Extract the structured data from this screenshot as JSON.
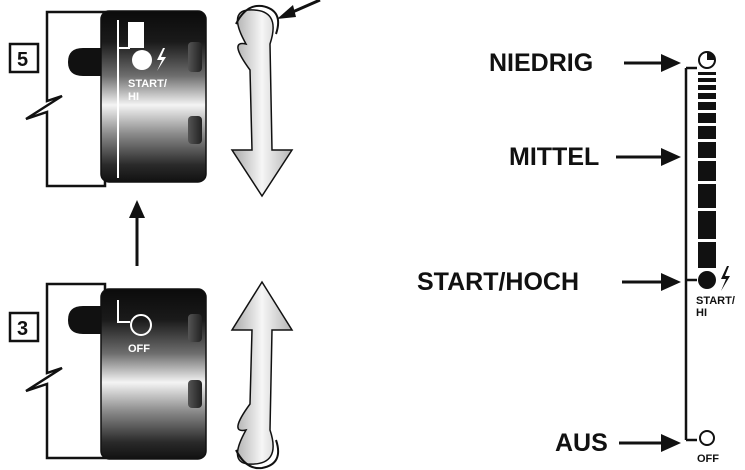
{
  "steps": {
    "upper": {
      "number": "5",
      "knob_label": "START/\nHI",
      "knob_symbol": "circle-filled-bolt"
    },
    "lower": {
      "number": "3",
      "knob_label": "OFF",
      "knob_symbol": "circle-open"
    }
  },
  "scale": {
    "labels": {
      "low": "NIEDRIG",
      "medium": "MITTEL",
      "start_high": "START/HOCH",
      "off": "AUS"
    },
    "start_marker_label": "START/\nHI",
    "off_marker_label": "OFF"
  },
  "icons": [
    "circle-half-icon",
    "circle-filled-icon",
    "bolt-icon",
    "circle-open-icon",
    "rotate-arrow-icon",
    "arrow-right-icon",
    "arrow-up-icon"
  ],
  "colors": {
    "ink": "#111111",
    "knob_dark": "#111111",
    "knob_light": "#f2f2f2",
    "paper": "#ffffff"
  }
}
